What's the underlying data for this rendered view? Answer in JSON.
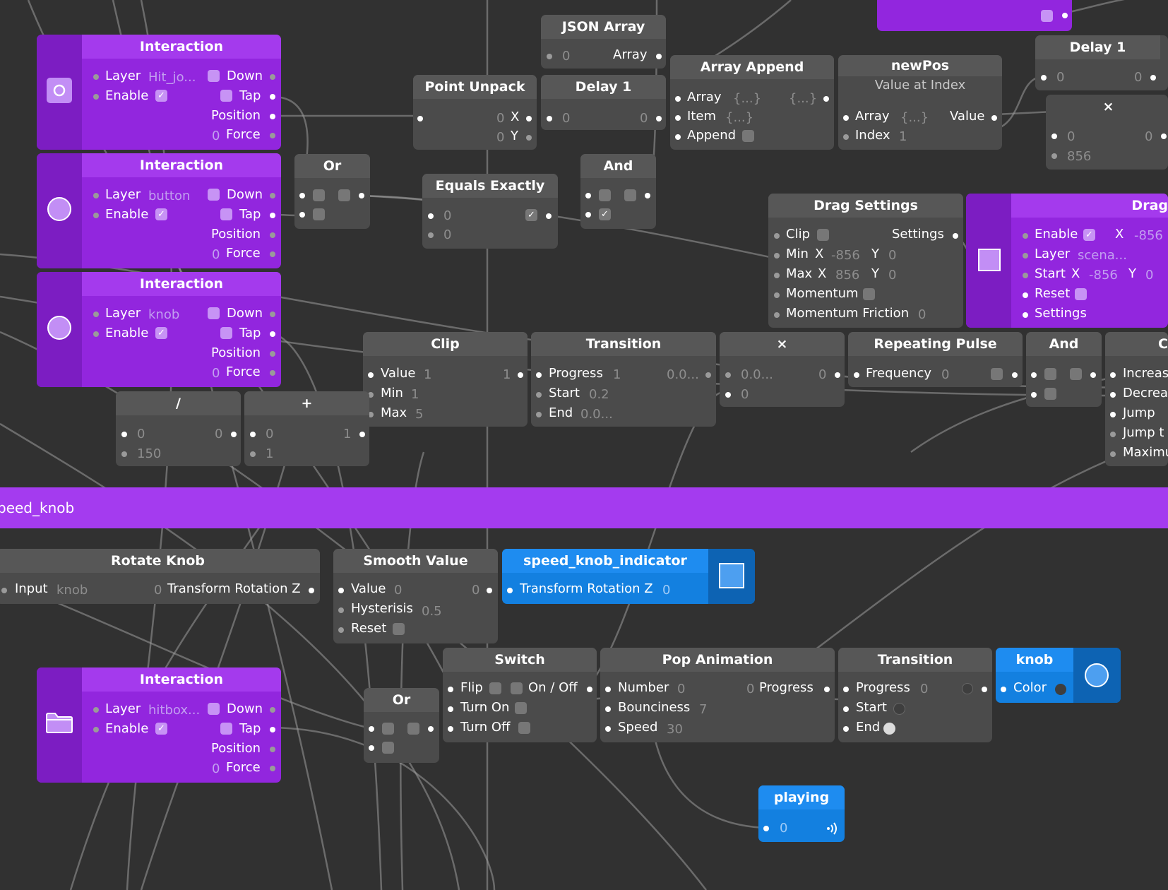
{
  "band": {
    "label": "peed_knob"
  },
  "interaction1": {
    "title": "Interaction",
    "layer": "Layer",
    "layer_value": "Hit_jo...",
    "enable": "Enable",
    "down": "Down",
    "tap": "Tap",
    "position": "Position",
    "force": "Force",
    "force_value": "0"
  },
  "interaction2": {
    "title": "Interaction",
    "layer": "Layer",
    "layer_value": "button",
    "enable": "Enable",
    "down": "Down",
    "tap": "Tap",
    "position": "Position",
    "force": "Force",
    "force_value": "0"
  },
  "interaction3": {
    "title": "Interaction",
    "layer": "Layer",
    "layer_value": "knob",
    "enable": "Enable",
    "down": "Down",
    "tap": "Tap",
    "position": "Position",
    "force": "Force",
    "force_value": "0"
  },
  "interaction4": {
    "title": "Interaction",
    "layer": "Layer",
    "layer_value": "hitbox...",
    "enable": "Enable",
    "down": "Down",
    "tap": "Tap",
    "position": "Position",
    "force": "Force",
    "force_value": "0"
  },
  "json_array": {
    "title": "JSON Array",
    "in": "0",
    "out": "Array"
  },
  "point_unpack": {
    "title": "Point Unpack",
    "x": "X",
    "y": "Y",
    "x_value": "0",
    "y_value": "0"
  },
  "delay1a": {
    "title": "Delay 1",
    "in": "0",
    "out": "0"
  },
  "array_append": {
    "title": "Array Append",
    "array": "Array",
    "item": "Item",
    "append": "Append",
    "v1": "{...}",
    "v2": "{...}",
    "v3": "{...}"
  },
  "newpos": {
    "title": "newPos",
    "subtitle": "Value at Index",
    "array": "Array",
    "index": "Index",
    "value": "Value",
    "array_value": "{...}",
    "index_value": "1"
  },
  "delay1b": {
    "title": "Delay 1",
    "in": "0",
    "out": "0"
  },
  "multiply_top": {
    "symbol": "×",
    "a": "0",
    "b": "0",
    "c": "856"
  },
  "or1": {
    "title": "Or"
  },
  "equals_exactly": {
    "title": "Equals Exactly",
    "a": "0",
    "b": "0",
    "check": "✓"
  },
  "and1": {
    "title": "And",
    "check": "✓"
  },
  "drag_settings": {
    "title": "Drag Settings",
    "clip": "Clip",
    "settings": "Settings",
    "min": "Min",
    "max": "Max",
    "x": "X",
    "y": "Y",
    "min_x": "-856",
    "min_y": "0",
    "max_x": "856",
    "max_y": "0",
    "momentum": "Momentum",
    "momentum_friction": "Momentum Friction",
    "friction_value": "0"
  },
  "drag": {
    "title": "Drag",
    "enable": "Enable",
    "layer": "Layer",
    "layer_value": "scena...",
    "start": "Start",
    "reset": "Reset",
    "settings": "Settings",
    "x": "X",
    "y": "Y",
    "x_value": "-856",
    "start_x": "-856",
    "start_y": "0"
  },
  "clip": {
    "title": "Clip",
    "value": "Value",
    "min": "Min",
    "max": "Max",
    "value_in": "1",
    "min_in": "1",
    "max_in": "5",
    "out": "1"
  },
  "transition1": {
    "title": "Transition",
    "progress": "Progress",
    "start": "Start",
    "end": "End",
    "progress_value": "1",
    "start_value": "0.2",
    "end_value": "0.0...",
    "out": "0.0..."
  },
  "multiply_mid": {
    "symbol": "×",
    "a": "0.0...",
    "b": "0",
    "out": "0"
  },
  "repeating_pulse": {
    "title": "Repeating Pulse",
    "frequency": "Frequency",
    "frequency_value": "0"
  },
  "and2": {
    "title": "And"
  },
  "counter": {
    "title": "C",
    "increase": "Increas",
    "decrease": "Decrea",
    "jump": "Jump",
    "jump_to": "Jump t",
    "maximum": "Maximu"
  },
  "divide": {
    "symbol": "/",
    "a": "0",
    "b": "150",
    "out": "0"
  },
  "add": {
    "symbol": "+",
    "a": "0",
    "b": "1",
    "out": "1"
  },
  "rotate_knob": {
    "title": "Rotate Knob",
    "input": "Input",
    "input_value": "knob",
    "out_label": "Transform Rotation Z",
    "out_value": "0"
  },
  "smooth_value": {
    "title": "Smooth Value",
    "value": "Value",
    "hysteresis": "Hysterisis",
    "reset": "Reset",
    "value_in": "0",
    "hysteresis_value": "0.5",
    "out": "0"
  },
  "indicator": {
    "title": "speed_knob_indicator",
    "prop": "Transform Rotation Z",
    "value": "0"
  },
  "switch": {
    "title": "Switch",
    "flip": "Flip",
    "turn_on": "Turn On",
    "turn_off": "Turn Off",
    "out": "On / Off"
  },
  "or2": {
    "title": "Or"
  },
  "pop_animation": {
    "title": "Pop Animation",
    "number": "Number",
    "bounciness": "Bounciness",
    "speed": "Speed",
    "number_value": "0",
    "bounciness_value": "7",
    "speed_value": "30",
    "out_value": "0",
    "out": "Progress"
  },
  "transition2": {
    "title": "Transition",
    "progress": "Progress",
    "start": "Start",
    "end": "End",
    "progress_value": "0"
  },
  "knob": {
    "title": "knob",
    "color": "Color"
  },
  "playing": {
    "title": "playing",
    "value": "0"
  }
}
